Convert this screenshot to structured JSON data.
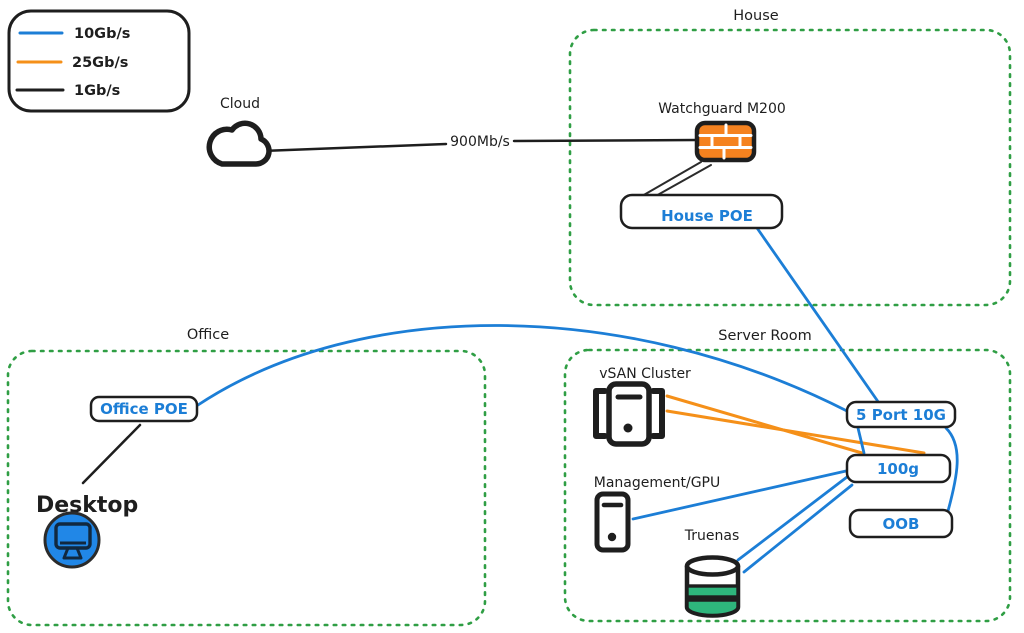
{
  "legend": {
    "items": [
      {
        "label": "10Gb/s",
        "color": "#1c7ed6"
      },
      {
        "label": "25Gb/s",
        "color": "#f59019"
      },
      {
        "label": "1Gb/s",
        "color": "#1e1e1e"
      }
    ]
  },
  "zones": {
    "house": {
      "label": "House"
    },
    "office": {
      "label": "Office"
    },
    "server_room": {
      "label": "Server Room"
    }
  },
  "nodes": {
    "cloud": {
      "label": "Cloud"
    },
    "firewall": {
      "label": "Watchguard M200"
    },
    "house_poe": {
      "label": "House POE"
    },
    "office_poe": {
      "label": "Office POE"
    },
    "desktop": {
      "label": "Desktop"
    },
    "vsan": {
      "label": "vSAN Cluster"
    },
    "mgmt": {
      "label": "Management/GPU"
    },
    "truenas": {
      "label": "Truenas"
    },
    "switch_10g": {
      "label": "5 Port 10G"
    },
    "switch_100g": {
      "label": "100g"
    },
    "oob": {
      "label": "OOB"
    }
  },
  "links": {
    "wan_label": "900Mb/s"
  },
  "colors": {
    "blue_10g": "#1c7ed6",
    "orange_25g": "#f59019",
    "black_1g": "#1e1e1e",
    "zone_green": "#2f9e44",
    "firewall_orange": "#f5821f",
    "truenas_green": "#2eb67c",
    "desktop_blue": "#2187e7"
  }
}
